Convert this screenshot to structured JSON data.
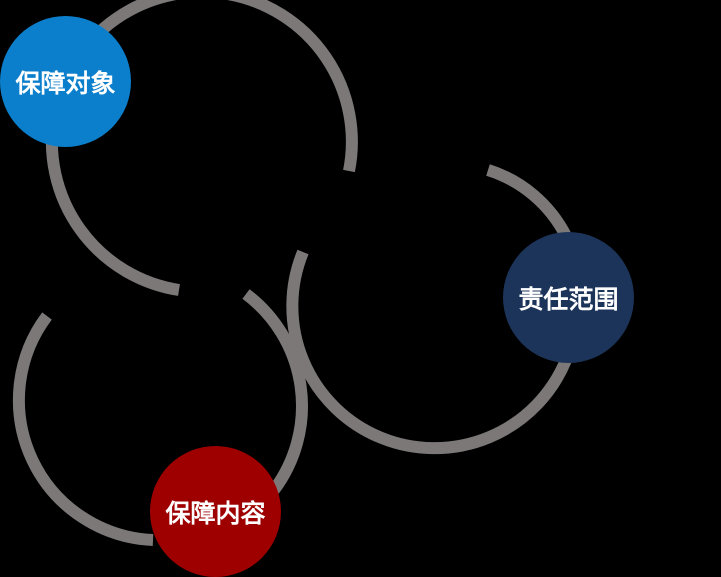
{
  "diagram": {
    "background": "#000000",
    "ring_color": "#7c7878",
    "nodes": [
      {
        "id": "target",
        "label": "保障对象",
        "color": "#0b7fcb"
      },
      {
        "id": "scope",
        "label": "责任范围",
        "color": "#1c3459"
      },
      {
        "id": "content",
        "label": "保障内容",
        "color": "#9e0000"
      }
    ]
  }
}
